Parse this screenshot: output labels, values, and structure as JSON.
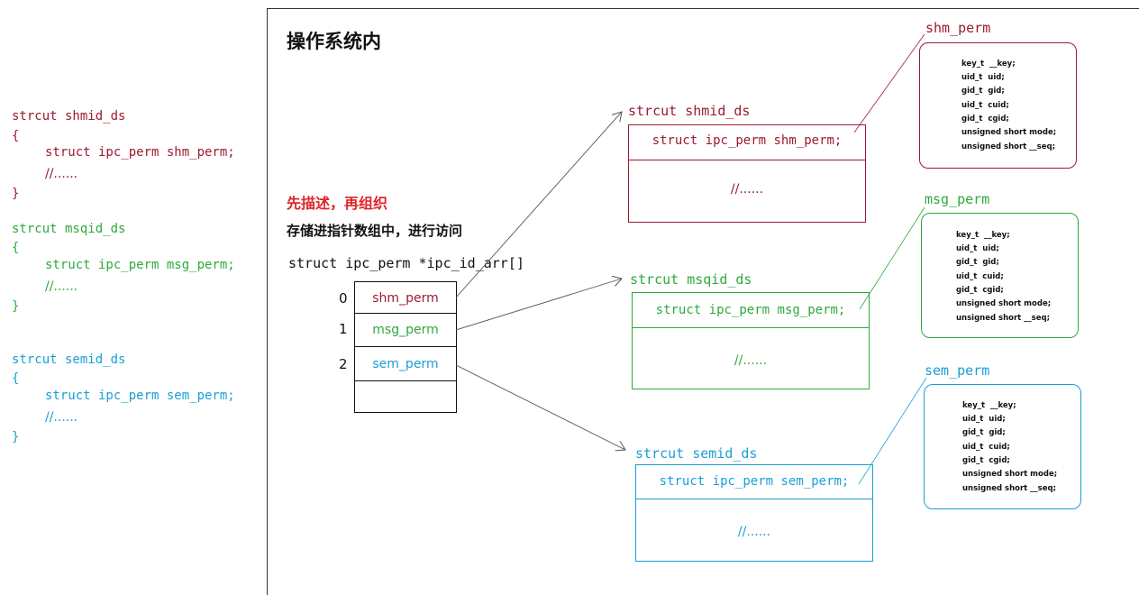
{
  "colors": {
    "shm": "#9b1b30",
    "msg": "#2eaa3c",
    "sem": "#1a9fd4",
    "red_title": "#e0242b",
    "text": "#111111"
  },
  "left_code": {
    "shm": {
      "line1": "strcut shmid_ds",
      "open": "{",
      "member": "struct ipc_perm shm_perm;",
      "comment": "//......",
      "close": "}"
    },
    "msg": {
      "line1": "strcut msqid_ds",
      "open": "{",
      "member": "struct ipc_perm msg_perm;",
      "comment": "//......",
      "close": "}"
    },
    "sem": {
      "line1": "strcut semid_ds",
      "open": "{",
      "member": "struct ipc_perm sem_perm;",
      "comment": "//......",
      "close": "}"
    }
  },
  "kernel": {
    "title": "操作系统内",
    "note_red": "先描述，再组织",
    "note_black": "存储进指针数组中，进行访问",
    "array_decl": "struct ipc_perm *ipc_id_arr[]",
    "array": {
      "indices": [
        "0",
        "1",
        "2"
      ],
      "cells": [
        "shm_perm",
        "msg_perm",
        "sem_perm",
        ""
      ]
    },
    "structs": [
      {
        "name": "strcut shmid_ds",
        "member": "struct ipc_perm shm_perm;",
        "comment": "//......"
      },
      {
        "name": "strcut msqid_ds",
        "member": "struct ipc_perm msg_perm;",
        "comment": "//......"
      },
      {
        "name": "strcut semid_ds",
        "member": "struct ipc_perm sem_perm;",
        "comment": "//......"
      }
    ],
    "perm_cards": [
      {
        "label": "shm_perm",
        "lines": [
          "key_t  __key;",
          "uid_t  uid;",
          "gid_t  gid;",
          "uid_t  cuid;",
          "gid_t  cgid;",
          "unsigned short mode;",
          "unsigned short __seq;"
        ]
      },
      {
        "label": "msg_perm",
        "lines": [
          "key_t  __key;",
          "uid_t  uid;",
          "gid_t  gid;",
          "uid_t  cuid;",
          "gid_t  cgid;",
          "unsigned short mode;",
          "unsigned short __seq;"
        ]
      },
      {
        "label": "sem_perm",
        "lines": [
          "key_t  __key;",
          "uid_t  uid;",
          "gid_t  gid;",
          "uid_t  cuid;",
          "gid_t  cgid;",
          "unsigned short mode;",
          "unsigned short __seq;"
        ]
      }
    ]
  }
}
